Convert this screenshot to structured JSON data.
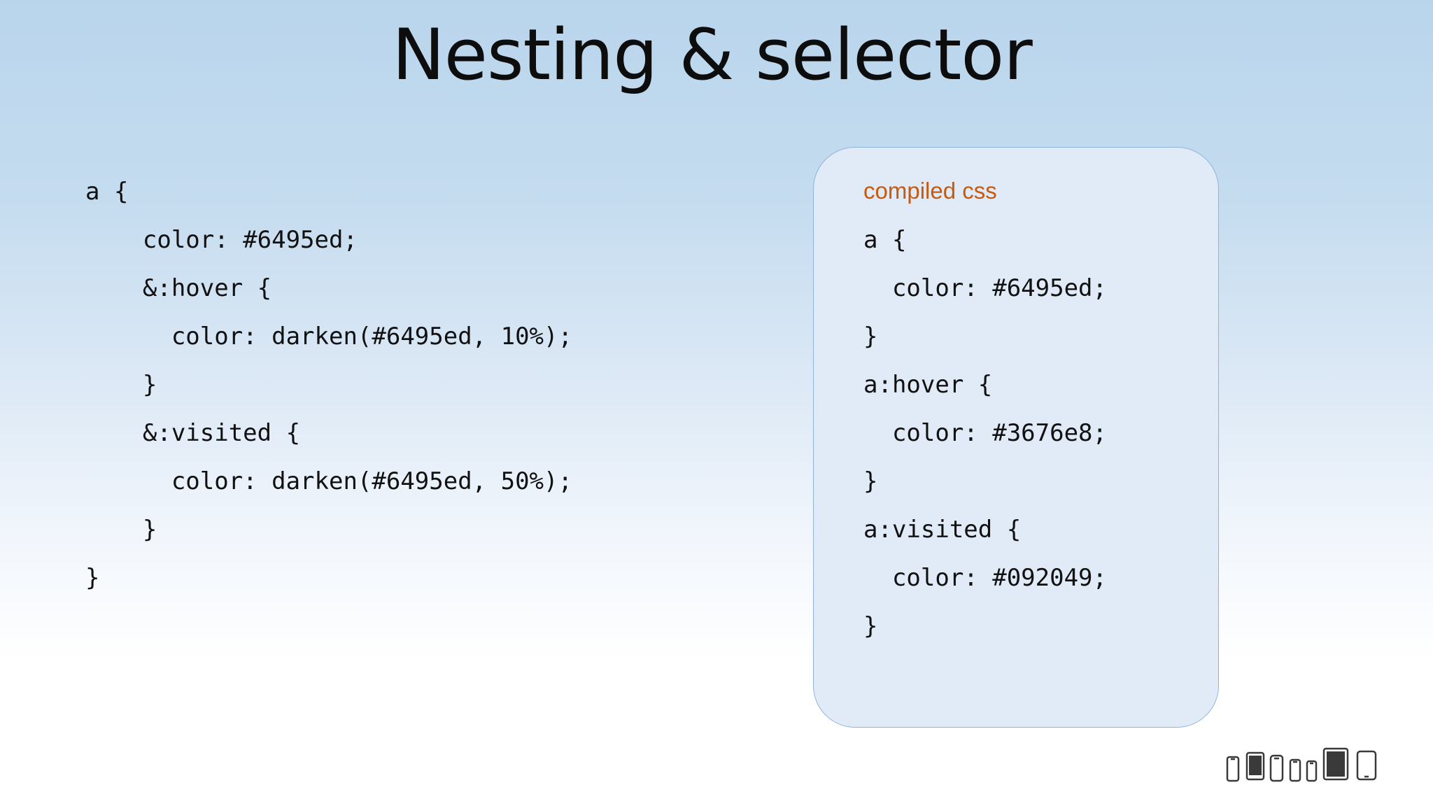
{
  "slide": {
    "title": "Nesting & selector"
  },
  "source_code": {
    "lines": [
      "a {",
      "    color: #6495ed;",
      "    &:hover {",
      "      color: darken(#6495ed, 10%);",
      "    }",
      "    &:visited {",
      "      color: darken(#6495ed, 50%);",
      "    }",
      "}"
    ]
  },
  "compiled": {
    "label": "compiled css",
    "label_color": "#c55a11",
    "lines": [
      "a {",
      "  color: #6495ed;",
      "}",
      "a:hover {",
      "  color: #3676e8;",
      "}",
      "a:visited {",
      "  color: #092049;",
      "}"
    ]
  },
  "footer": {
    "icon": "device-icons"
  }
}
